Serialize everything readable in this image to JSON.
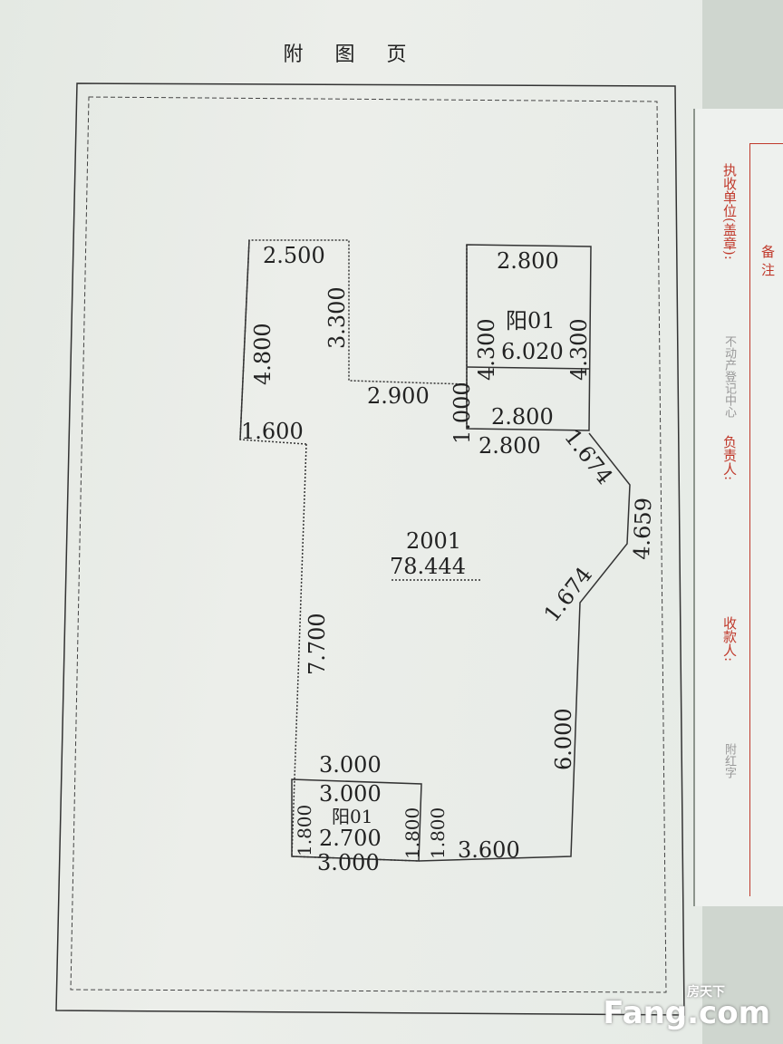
{
  "header": {
    "title": "附 图 页"
  },
  "floor_plan": {
    "unit": {
      "id": "2001",
      "area": "78.444"
    },
    "dimensions": {
      "top_left_width": "2.500",
      "left_upper_height": "4.800",
      "notch_depth": "3.300",
      "notch_width": "2.900",
      "step_left": "1.600",
      "left_lower_height": "7.700",
      "balcony_top": {
        "label": "阳01",
        "top": "2.800",
        "left": "4.300",
        "right": "4.300",
        "area": "6.020",
        "bottom": "2.800",
        "below": "2.800",
        "offset": "1.000"
      },
      "diag_upper": "1.674",
      "diag_side": "4.659",
      "diag_lower": "1.674",
      "right_height": "6.000",
      "bottom_right": "3.600",
      "balcony_bottom": {
        "label": "阳01",
        "top_outer": "3.000",
        "top": "3.000",
        "left": "1.800",
        "right": "1.800",
        "right_outer": "1.800",
        "area": "2.700",
        "bottom": "3.000"
      }
    }
  },
  "side_sheet": {
    "remarks": "备 注",
    "unit": "执收单位(盖章):",
    "stamp": "不动产登记中心",
    "responsible": "负责人:",
    "payee": "收款人:",
    "attached": "附红字"
  },
  "watermark": {
    "brand": "Fang.com",
    "cn": "房天下"
  }
}
